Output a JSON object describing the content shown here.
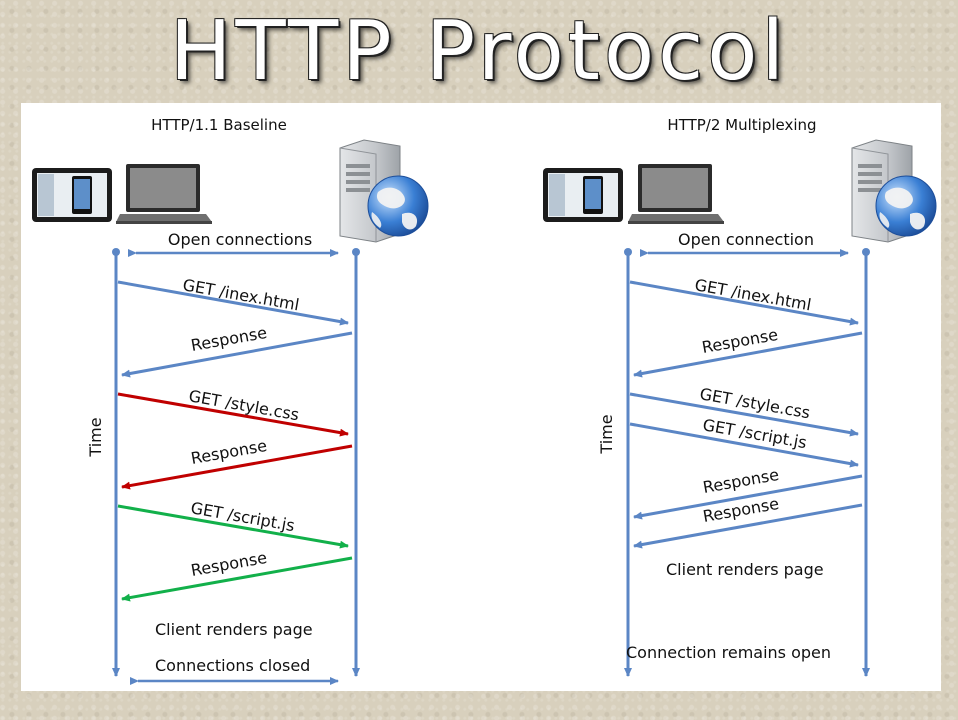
{
  "title": "HTTP Protocol",
  "left": {
    "heading": "HTTP/1.1 Baseline",
    "open_label": "Open connections",
    "time_label": "Time",
    "messages": [
      {
        "label": "GET /inex.html",
        "color": "#5b86c5"
      },
      {
        "label": "Response",
        "color": "#5b86c5"
      },
      {
        "label": "GET /style.css",
        "color": "#c00000"
      },
      {
        "label": "Response",
        "color": "#c00000"
      },
      {
        "label": "GET /script.js",
        "color": "#12b04a"
      },
      {
        "label": "Response",
        "color": "#12b04a"
      }
    ],
    "render_label": "Client renders page",
    "closed_label": "Connections closed"
  },
  "right": {
    "heading": "HTTP/2 Multiplexing",
    "open_label": "Open connection",
    "time_label": "Time",
    "messages": [
      {
        "label": "GET /inex.html",
        "color": "#5b86c5"
      },
      {
        "label": "Response",
        "color": "#5b86c5"
      },
      {
        "label": "GET /style.css",
        "color": "#5b86c5"
      },
      {
        "label": "GET /script.js",
        "color": "#5b86c5"
      },
      {
        "label": "Response",
        "color": "#5b86c5"
      },
      {
        "label": "Response",
        "color": "#5b86c5"
      }
    ],
    "render_label": "Client renders page",
    "remains_label": "Connection remains open"
  },
  "colors": {
    "lifeline": "#5b86c5",
    "panel": "#ffffff",
    "background": "#d8d0bd"
  },
  "icons": [
    "tablet-icon",
    "laptop-icon",
    "server-icon",
    "globe-icon"
  ]
}
